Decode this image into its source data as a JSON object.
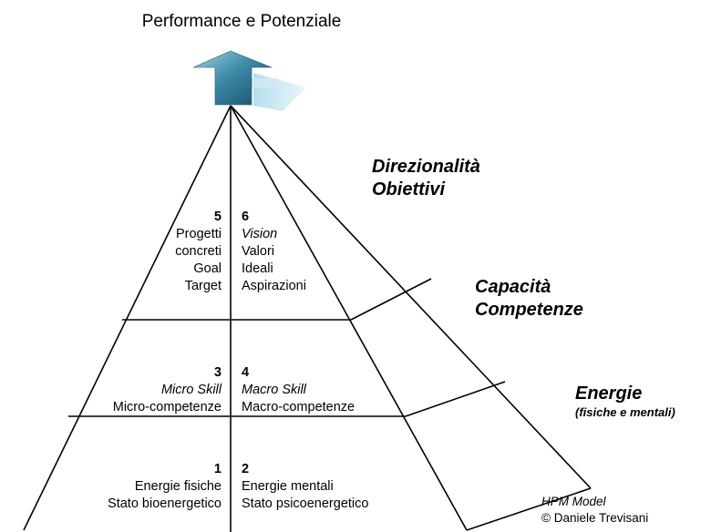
{
  "title": "Performance e Potenziale",
  "cells": {
    "c1": {
      "num": "1",
      "lines": [
        "Energie fisiche",
        "Stato bioenergetico"
      ]
    },
    "c2": {
      "num": "2",
      "lines": [
        "Energie mentali",
        "Stato psicoenergetico"
      ]
    },
    "c3": {
      "num": "3",
      "italic": "Micro Skill",
      "lines": [
        "Micro-competenze"
      ]
    },
    "c4": {
      "num": "4",
      "italic": "Macro Skill",
      "lines": [
        "Macro-competenze"
      ]
    },
    "c5": {
      "num": "5",
      "lines": [
        "Progetti",
        "concreti",
        "Goal",
        "Target"
      ]
    },
    "c6": {
      "num": "6",
      "italic": "Vision",
      "lines": [
        "Valori",
        "Ideali",
        "Aspirazioni"
      ]
    }
  },
  "side_labels": {
    "top": [
      "Direzionalità",
      "Obiettivi"
    ],
    "middle": [
      "Capacità",
      "Competenze"
    ],
    "bottom": {
      "title": "Energie",
      "subtitle": "(fisiche e mentali)"
    }
  },
  "credit": {
    "model": "HPM Model",
    "author": "© Daniele Trevisani"
  },
  "colors": {
    "arrow_dark": "#1f5f7a",
    "arrow_light": "#7fc3d8",
    "arrow_shadow": "#b9e2ee",
    "lines": "#000000"
  },
  "icons": {
    "arrow": "up-arrow-icon"
  }
}
